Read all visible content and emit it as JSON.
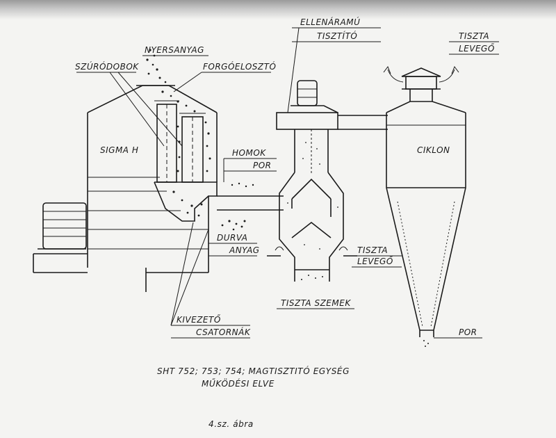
{
  "labels": {
    "nyersanyag": "NYERSANYAG",
    "szurodobok": "SZÚRÓDOBOK",
    "forgoeloszto": "FORGÓELOSZTÓ",
    "ellenaramu": "ELLENÁRAMÚ",
    "tisztito": "TISZTÍTÓ",
    "tiszta_top": "TISZTA",
    "levego_top": "LEVEGŐ",
    "sigma": "SIGMA H",
    "ciklon": "CIKLON",
    "homok": "HOMOK",
    "por_mid": "POR",
    "durva": "DURVA",
    "anyag": "ANYAG",
    "tiszta_mid": "TISZTA",
    "levego_mid": "LEVEGŐ",
    "tiszta_szemek": "TISZTA SZEMEK",
    "kivezeto": "KIVEZETŐ",
    "csatornak": "CSATORNÁK",
    "por_bottom": "POR"
  },
  "caption": {
    "line1": "SHT 752; 753; 754; MAGTISZTITÓ EGYSÉG",
    "line2": "MŰKÖDÉSI ELVE",
    "figure": "4.sz. ábra"
  }
}
